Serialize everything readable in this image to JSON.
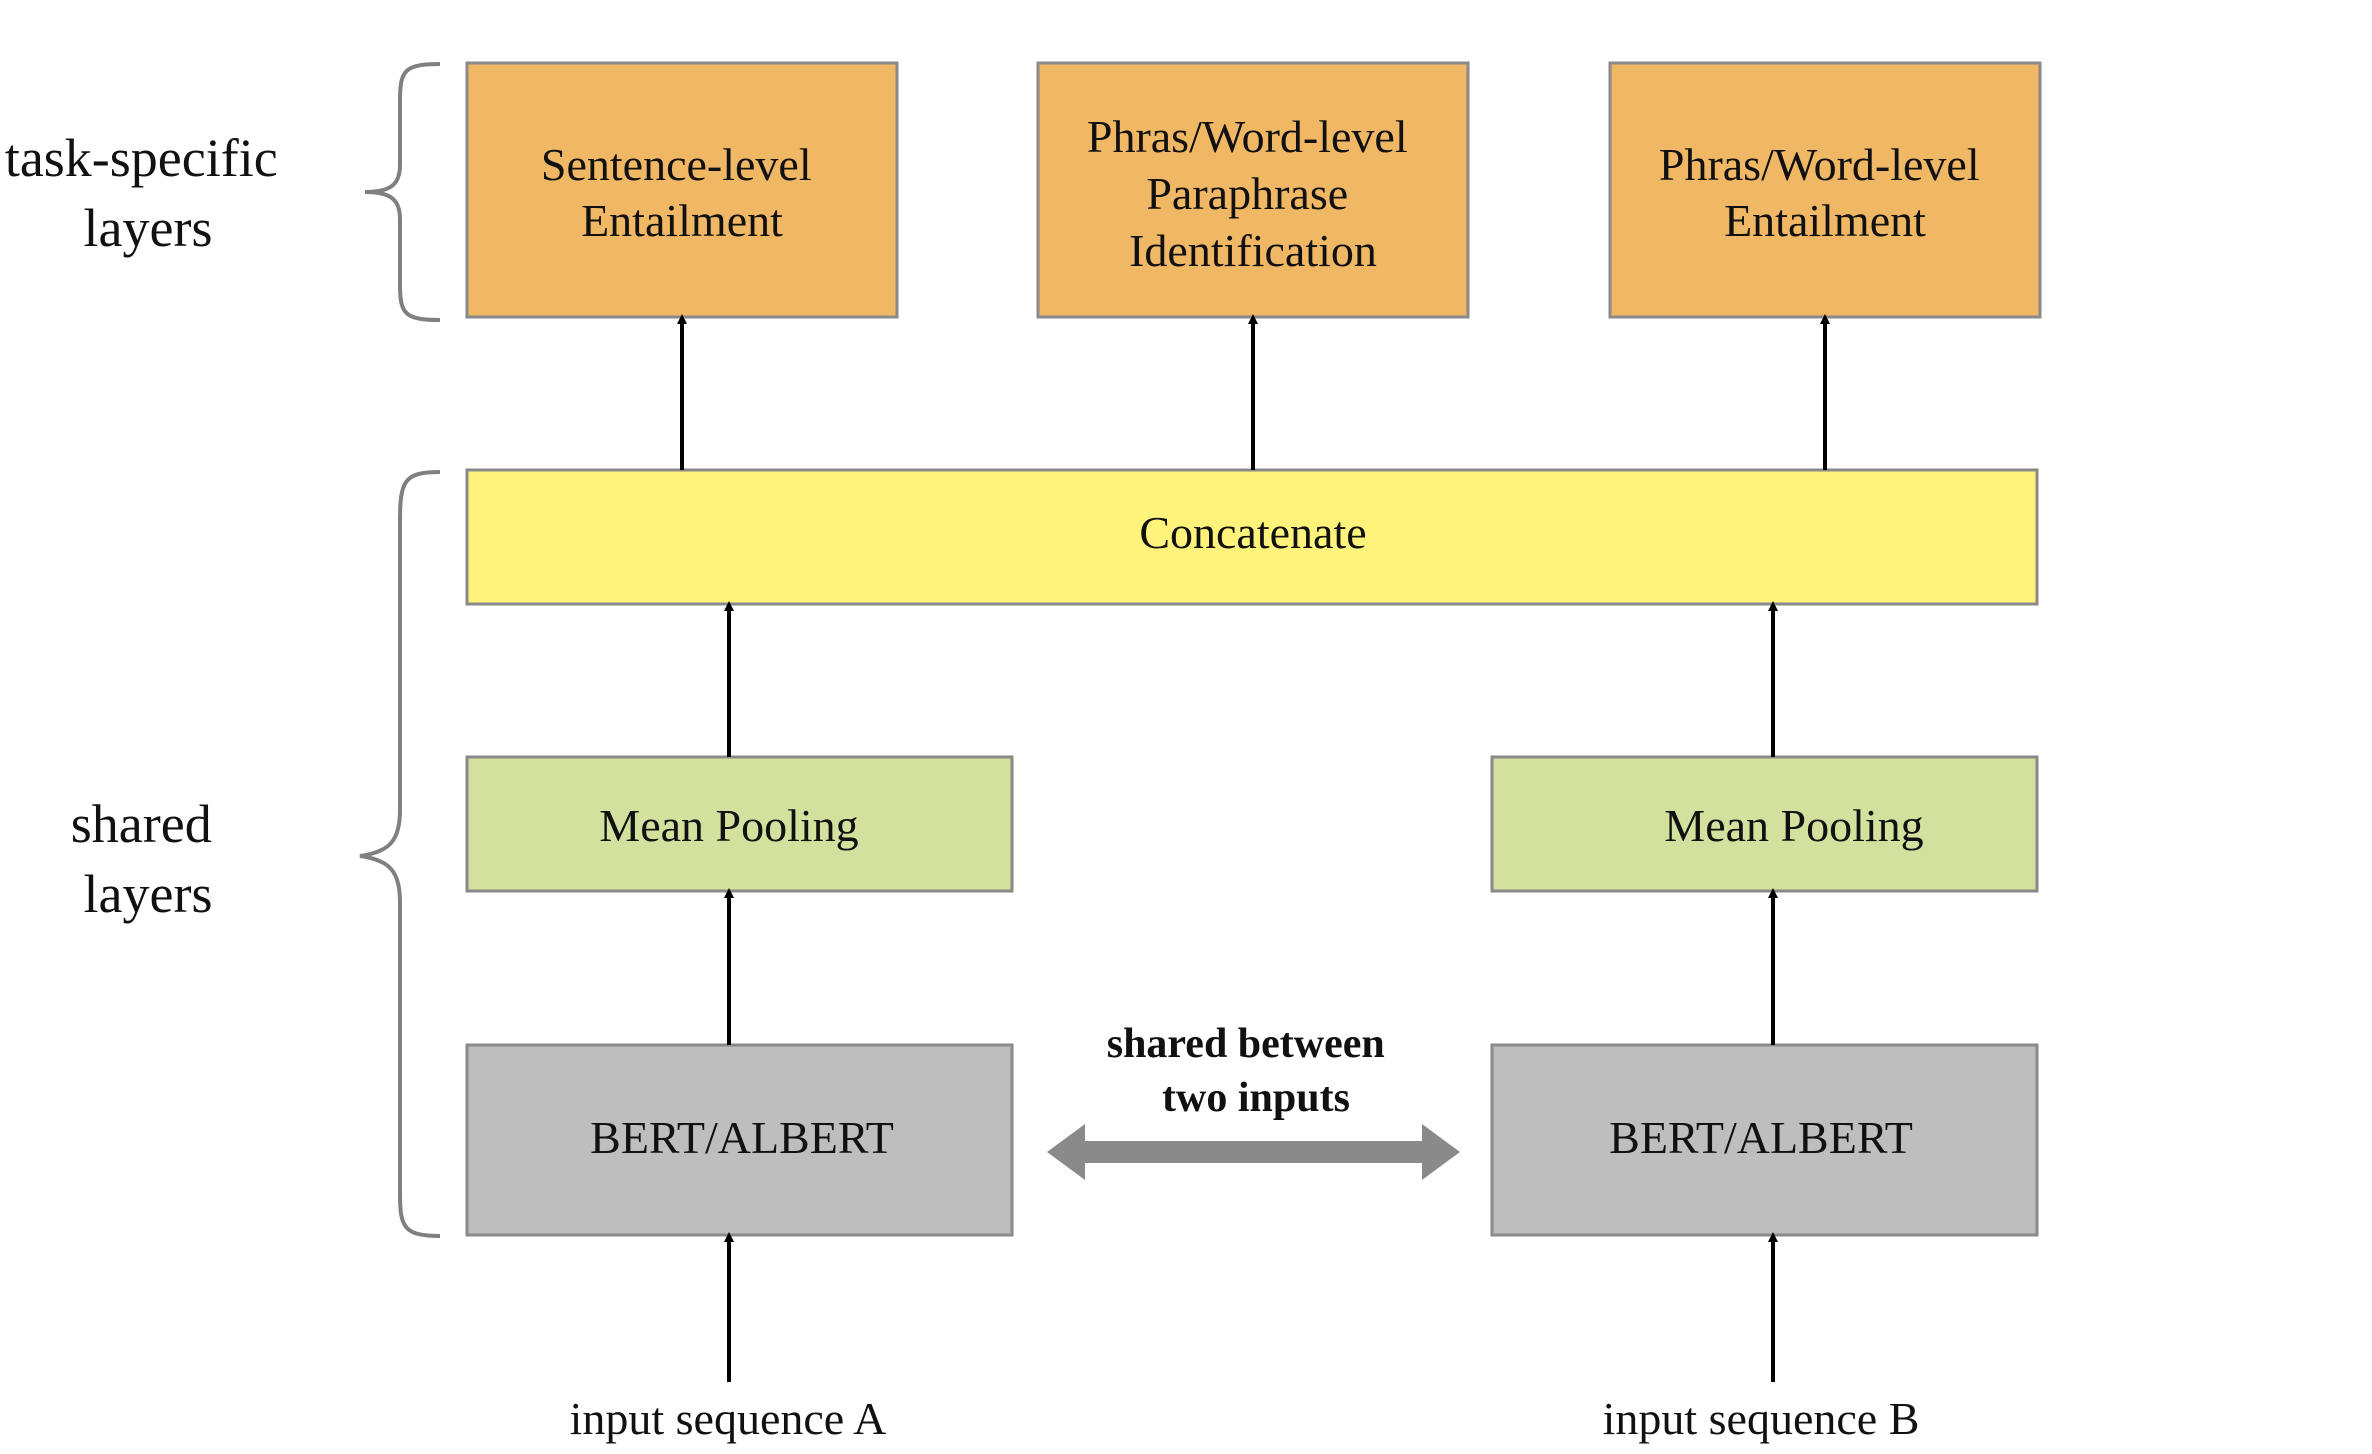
{
  "colors": {
    "task": "#F0B765",
    "concat": "#FFF37B",
    "pooling": "#D3E09E",
    "encoder": "#BEBEBE",
    "shared_arrow": "#8A8A8A"
  },
  "groups": {
    "task_specific": [
      "task-specific",
      "layers"
    ],
    "shared": [
      "shared",
      "layers"
    ]
  },
  "tasks": [
    {
      "lines": [
        "Sentence-level",
        "Entailment"
      ]
    },
    {
      "lines": [
        "Phras/Word-level",
        "Paraphrase",
        "Identification"
      ]
    },
    {
      "lines": [
        "Phras/Word-level",
        "Entailment"
      ]
    }
  ],
  "concat": {
    "label": "Concatenate"
  },
  "pooling": {
    "left": "Mean Pooling",
    "right": "Mean Pooling"
  },
  "encoder": {
    "left": "BERT/ALBERT",
    "right": "BERT/ALBERT"
  },
  "shared_note": [
    "shared between",
    "two inputs"
  ],
  "inputs": {
    "a": "input sequence A",
    "b": "input sequence B"
  }
}
